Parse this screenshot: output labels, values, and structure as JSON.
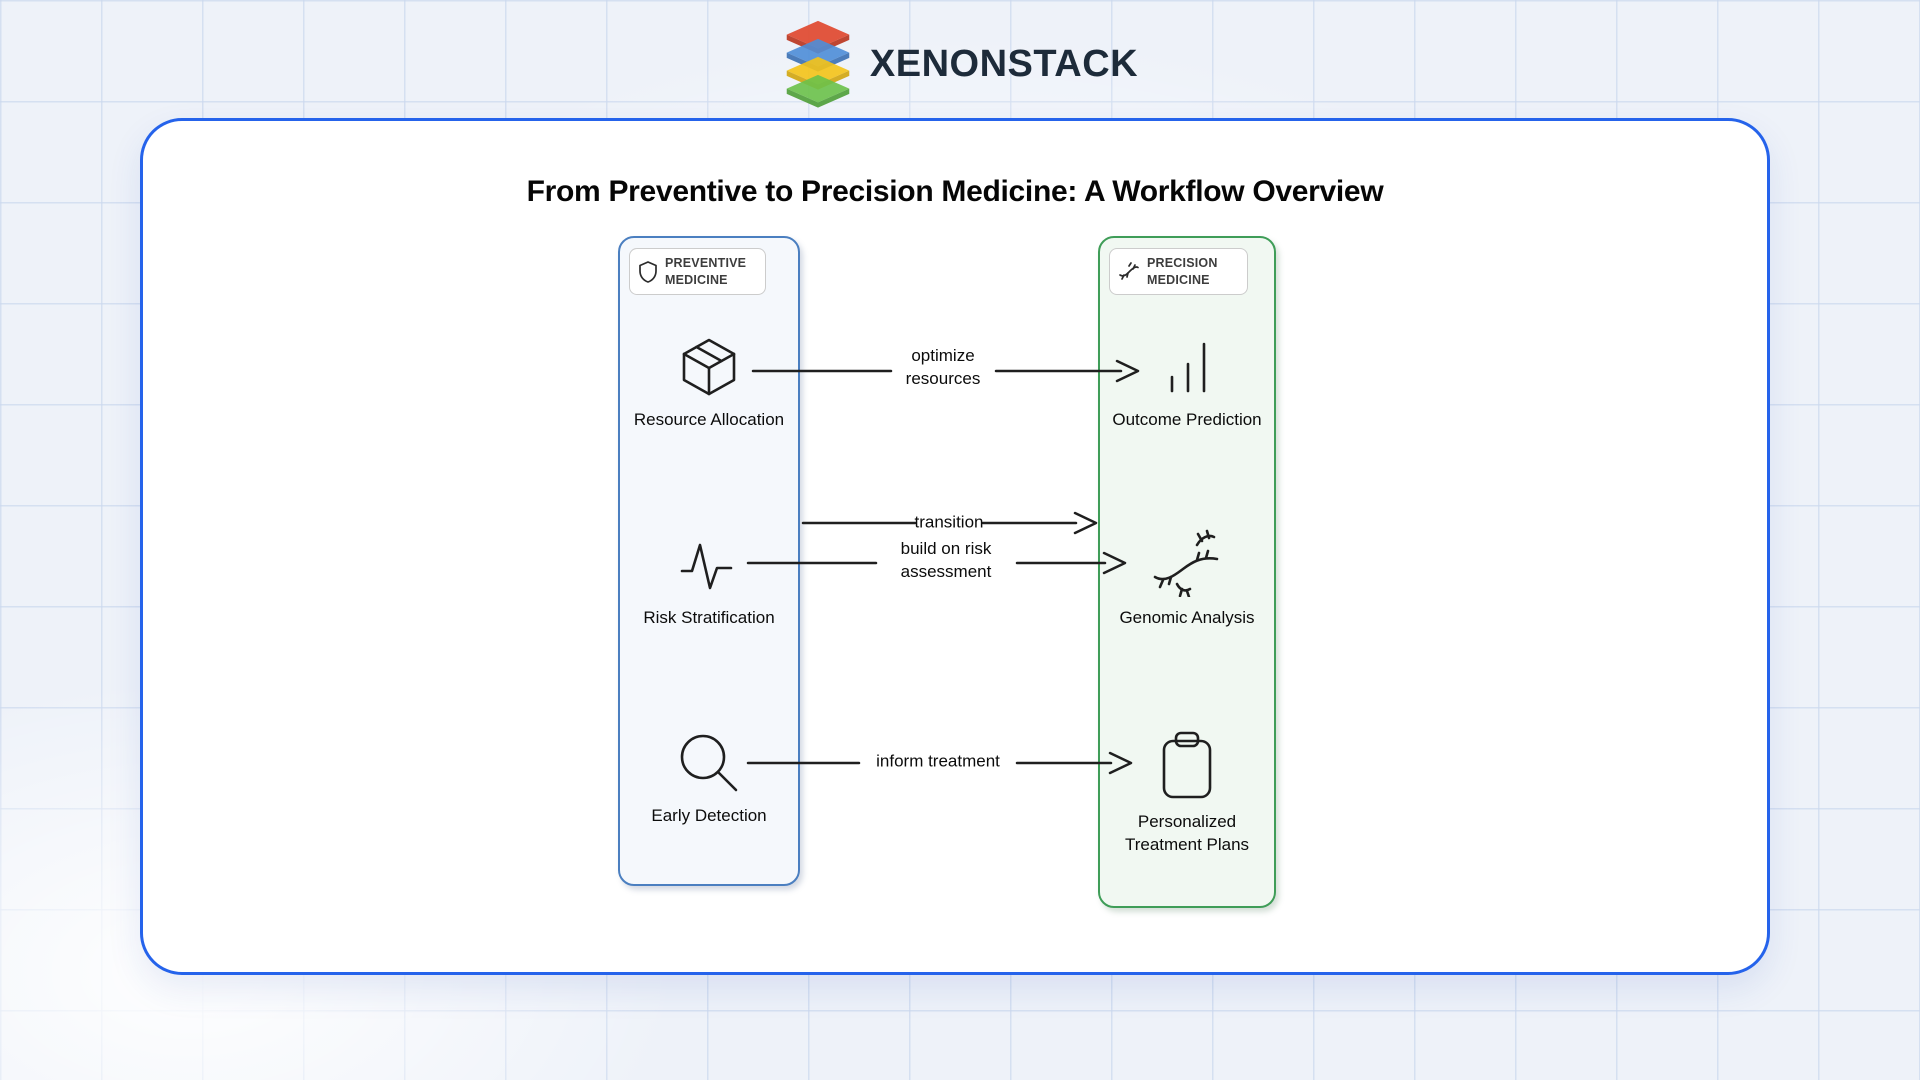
{
  "brand": {
    "name": "XENONSTACK"
  },
  "diagram": {
    "title": "From Preventive to Precision Medicine: A Workflow Overview",
    "columns": [
      {
        "label": "PREVENTIVE MEDICINE",
        "icon": "shield-icon",
        "accent_color": "#4b7fc0",
        "background_color": "#f5f8fc",
        "nodes": [
          {
            "label": "Resource Allocation",
            "icon": "package-icon"
          },
          {
            "label": "Risk Stratification",
            "icon": "pulse-icon"
          },
          {
            "label": "Early Detection",
            "icon": "magnifier-icon"
          }
        ]
      },
      {
        "label": "PRECISION MEDICINE",
        "icon": "dna-icon",
        "accent_color": "#3f9d58",
        "background_color": "#f1f8f2",
        "nodes": [
          {
            "label": "Outcome Prediction",
            "icon": "bar-chart-icon"
          },
          {
            "label": "Genomic Analysis",
            "icon": "dna-strand-icon"
          },
          {
            "label": "Personalized Treatment Plans",
            "icon": "clipboard-icon"
          }
        ]
      }
    ],
    "connections": [
      {
        "label": "optimize resources",
        "from": "Resource Allocation",
        "to": "Outcome Prediction"
      },
      {
        "label": "transition",
        "from": "PREVENTIVE MEDICINE",
        "to": "PRECISION MEDICINE"
      },
      {
        "label": "build on risk assessment",
        "from": "Risk Stratification",
        "to": "Genomic Analysis"
      },
      {
        "label": "inform treatment",
        "from": "Early Detection",
        "to": "Personalized Treatment Plans"
      }
    ],
    "colors": {
      "card_border": "#2563eb",
      "line": "#1f1f1f"
    }
  }
}
